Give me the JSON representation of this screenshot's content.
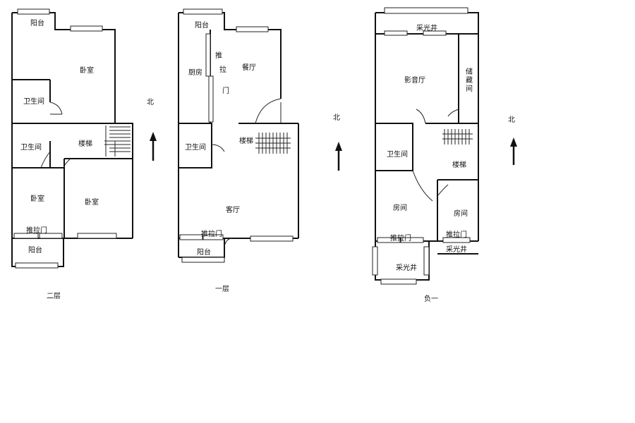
{
  "floors": {
    "second": {
      "caption": "二层",
      "rooms": {
        "balcony_top": "阳台",
        "bedroom_top": "卧室",
        "bath_1": "卫生间",
        "bath_2": "卫生间",
        "stairs": "楼梯",
        "bedroom_left": "卧室",
        "bedroom_right": "卧室",
        "sliding_door": "推拉门",
        "balcony_bottom": "阳台"
      },
      "north": "北"
    },
    "first": {
      "caption": "一层",
      "rooms": {
        "balcony_top": "阳台",
        "kitchen": "厨房",
        "slide_1": "推",
        "slide_2": "拉",
        "slide_3": "门",
        "dining": "餐厅",
        "stairs": "楼梯",
        "bath": "卫生间",
        "living": "客厅",
        "sliding_door": "推拉门",
        "balcony_bottom": "阳台"
      },
      "north": "北"
    },
    "basement": {
      "caption": "负一",
      "rooms": {
        "lightwell_top": "采光井",
        "theater": "影音厅",
        "storage_1": "储",
        "storage_2": "藏",
        "storage_3": "间",
        "bath": "卫生间",
        "stairs": "楼梯",
        "room_left": "房间",
        "room_right": "房间",
        "sliding_door_left": "推拉门",
        "sliding_door_right": "推拉门",
        "lightwell_small": "采光井",
        "lightwell_bottom": "采光井"
      },
      "north": "北"
    }
  }
}
